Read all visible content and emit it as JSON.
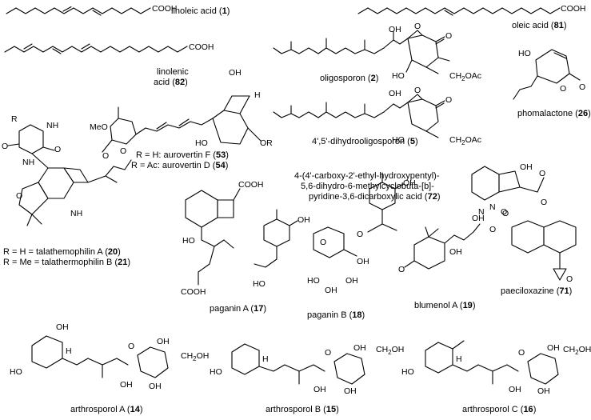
{
  "compounds": [
    {
      "id": "c1",
      "name": "linoleic acid",
      "num": "1"
    },
    {
      "id": "c81",
      "name": "oleic acid",
      "num": "81"
    },
    {
      "id": "c82a",
      "name": "linolenic",
      "num": ""
    },
    {
      "id": "c82b",
      "name": "acid",
      "num": "82"
    },
    {
      "id": "c2",
      "name": "oligosporon",
      "num": "2"
    },
    {
      "id": "c26",
      "name": "phomalactone",
      "num": "26"
    },
    {
      "id": "c5",
      "name": "4',5'-dihydrooligosporon",
      "num": "5"
    },
    {
      "id": "c53",
      "name": "R = H: aurovertin F",
      "num": "53"
    },
    {
      "id": "c54",
      "name": "R = Ac: aurovertin D",
      "num": "54"
    },
    {
      "id": "c72a",
      "name": "4-(4'-carboxy-2'-ethyl-hydroxypentyl)-",
      "num": ""
    },
    {
      "id": "c72b",
      "name": "5,6-dihydro-6-methylcyclobuta-[b]-",
      "num": ""
    },
    {
      "id": "c72c",
      "name": "pyridine-3,6-dicarboxylic acid",
      "num": "72"
    },
    {
      "id": "c20",
      "name": "R = H = talathemophilin A",
      "num": "20"
    },
    {
      "id": "c21",
      "name": "R = Me = talathermophilin B",
      "num": "21"
    },
    {
      "id": "c17",
      "name": "paganin A",
      "num": "17"
    },
    {
      "id": "c18",
      "name": "paganin B",
      "num": "18"
    },
    {
      "id": "c19",
      "name": "blumenol A",
      "num": "19"
    },
    {
      "id": "c71",
      "name": "paeciloxazine",
      "num": "71"
    },
    {
      "id": "c14",
      "name": "arthrosporol A",
      "num": "14"
    },
    {
      "id": "c15",
      "name": "arthrosporol B",
      "num": "15"
    },
    {
      "id": "c16",
      "name": "arthrosporol C",
      "num": "16"
    }
  ],
  "atoms": {
    "cooh": "COOH",
    "oh": "OH",
    "ho": "HO",
    "o": "O",
    "h": "H",
    "nh": "NH",
    "n": "N",
    "r": "R",
    "meo": "MeO",
    "or": "OR",
    "ch2oac": "CH2OAc",
    "ch2oh": "CH2OH"
  }
}
